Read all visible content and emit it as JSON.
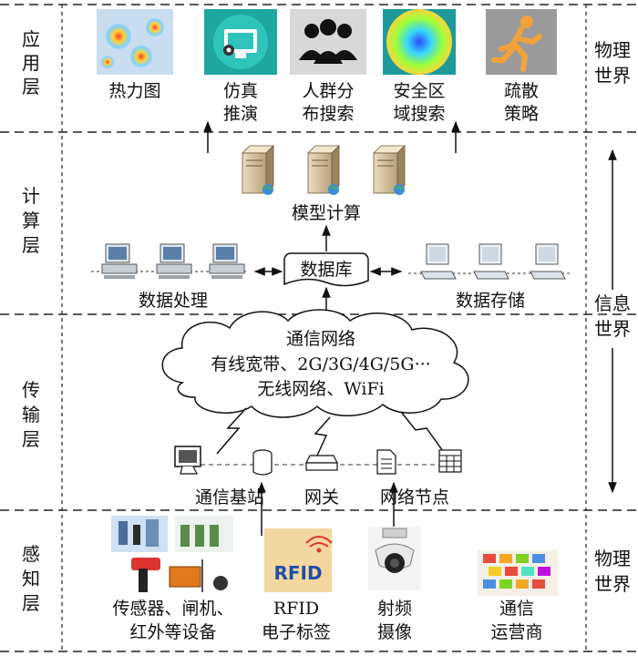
{
  "layers": [
    {
      "label_chars": [
        "应",
        "用",
        "层"
      ]
    },
    {
      "label_chars": [
        "计",
        "算",
        "层"
      ]
    },
    {
      "label_chars": [
        "传",
        "输",
        "层"
      ]
    },
    {
      "label_chars": [
        "感",
        "知",
        "层"
      ]
    }
  ],
  "right_labels": {
    "top": [
      "物理",
      "世界"
    ],
    "middle": [
      "信息",
      "世界"
    ],
    "bottom": [
      "物理",
      "世界"
    ]
  },
  "application": {
    "items": [
      {
        "lines": [
          "热力图"
        ],
        "icon": "heatmap-icon"
      },
      {
        "lines": [
          "仿真",
          "推演"
        ],
        "icon": "simulation-monitor-icon"
      },
      {
        "lines": [
          "人群分",
          "布搜索"
        ],
        "icon": "crowd-icon"
      },
      {
        "lines": [
          "安全区",
          "域搜索"
        ],
        "icon": "safe-area-icon"
      },
      {
        "lines": [
          "疏散",
          "策略"
        ],
        "icon": "running-person-icon"
      }
    ]
  },
  "computing": {
    "model_label": "模型计算",
    "database_label": "数据库",
    "processing_label": "数据处理",
    "storage_label": "数据存储",
    "server_icon": "server-icon",
    "computer_icon": "desktop-computer-icon"
  },
  "transport": {
    "cloud_lines": [
      "通信网络",
      "有线宽带、2G/3G/4G/5G···",
      "无线网络、WiFi"
    ],
    "device_labels": [
      "通信基站",
      "网关",
      "网络节点"
    ],
    "icons": [
      "monitor-icon",
      "database-cylinder-icon",
      "router-icon",
      "document-icon",
      "calendar-icon",
      "lightning-link-icon"
    ]
  },
  "perception": {
    "items": [
      {
        "lines": [
          "传感器、闸机、",
          "红外等设备"
        ],
        "icon": "sensor-equipment-icon"
      },
      {
        "lines": [
          "RFID",
          "电子标签"
        ],
        "icon": "rfid-tag-icon",
        "logo_text": "RFID"
      },
      {
        "lines": [
          "射频",
          "摄像"
        ],
        "icon": "dome-camera-icon"
      },
      {
        "lines": [
          "通信",
          "运营商"
        ],
        "icon": "sim-cards-icon"
      }
    ]
  }
}
